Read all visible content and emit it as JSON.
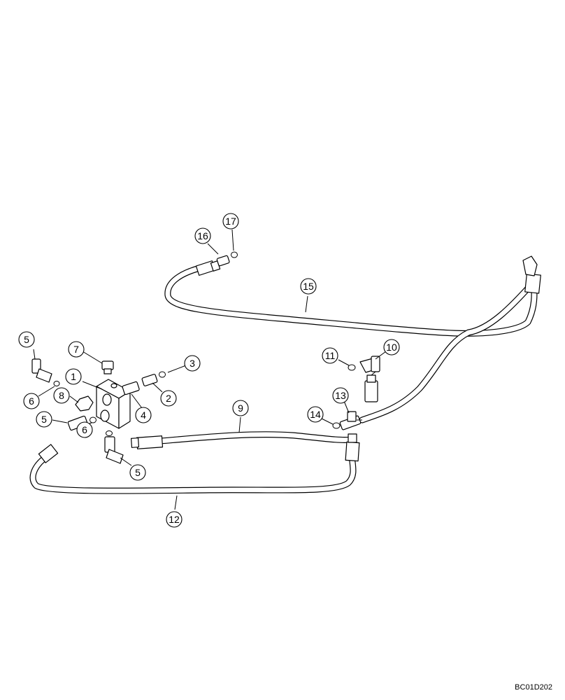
{
  "callouts": {
    "c1": "1",
    "c2": "2",
    "c3": "3",
    "c4": "4",
    "c5a": "5",
    "c5b": "5",
    "c5c": "5",
    "c6a": "6",
    "c6b": "6",
    "c7": "7",
    "c8": "8",
    "c9": "9",
    "c10": "10",
    "c11": "11",
    "c12": "12",
    "c13": "13",
    "c14": "14",
    "c15": "15",
    "c16": "16",
    "c17": "17"
  },
  "drawing_code": "BC01D202"
}
